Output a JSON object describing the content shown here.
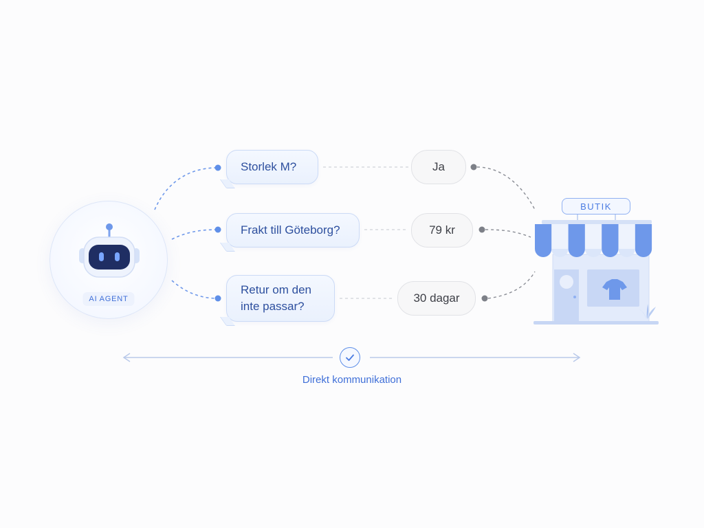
{
  "agent": {
    "badge": "AI AGENT",
    "icon": "robot-icon"
  },
  "questions": [
    {
      "text": "Storlek M?"
    },
    {
      "text": "Frakt till Göteborg?"
    },
    {
      "text": "Retur om den\ninte passar?"
    }
  ],
  "answers": [
    {
      "text": "Ja"
    },
    {
      "text": "79 kr"
    },
    {
      "text": "30 dagar"
    }
  ],
  "shop": {
    "label": "BUTIK",
    "icon": "storefront-icon",
    "product_icon": "t-shirt-icon"
  },
  "footer": {
    "caption": "Direkt kommunikation",
    "icon": "check-icon",
    "arrows": "double-arrow"
  },
  "colors": {
    "accent": "#4a7be2",
    "accent_light": "#cbdaf6",
    "text_blue": "#2d4f9e",
    "robot_dark": "#1f2e63",
    "gray_dot": "#7d8088"
  }
}
